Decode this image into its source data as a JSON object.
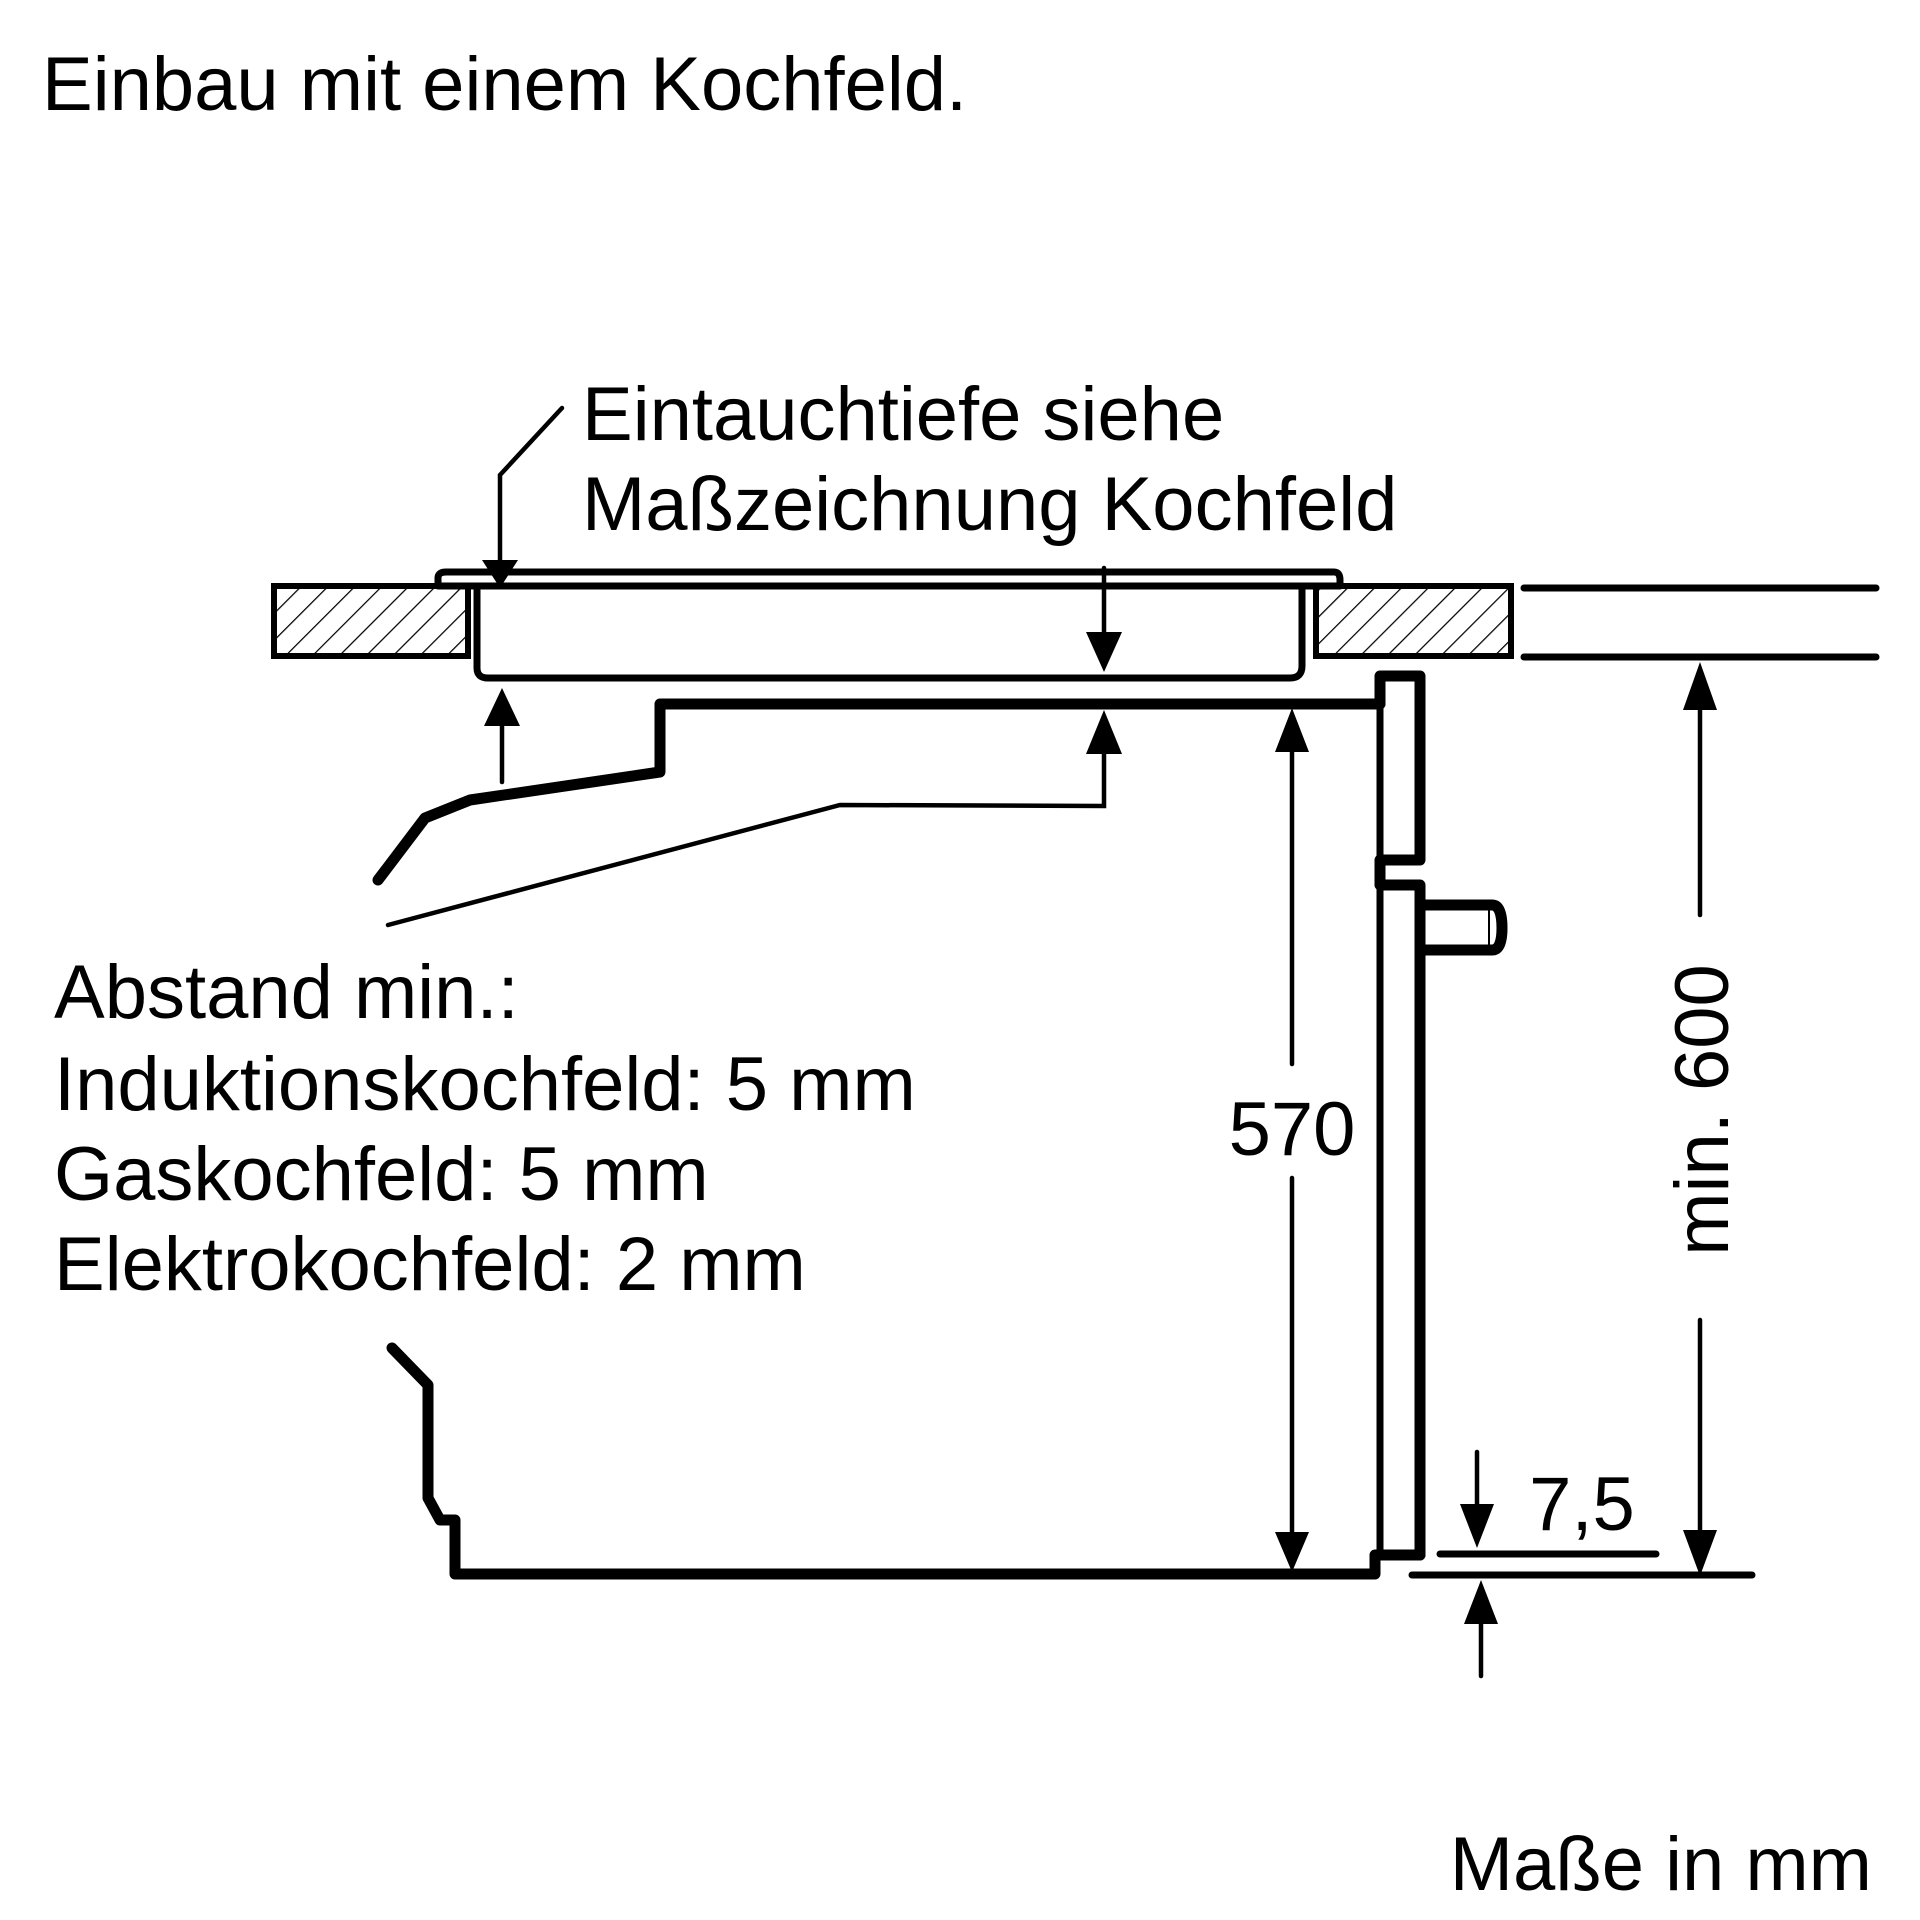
{
  "title": "Einbau mit einem Kochfeld.",
  "callout_top": {
    "line1": "Eintauchtiefe siehe",
    "line2": "Maßzeichnung Kochfeld"
  },
  "spacing_note": {
    "heading": "Abstand min.:",
    "items": [
      "Induktionskochfeld: 5 mm",
      "Gaskochfeld: 5 mm",
      "Elektrokochfeld: 2 mm"
    ]
  },
  "dimensions": {
    "oven_height": "570",
    "niche_height": "min. 600",
    "bottom_offset": "7,5"
  },
  "units_note": "Maße in mm",
  "colors": {
    "ink": "#000000",
    "background": "#ffffff"
  }
}
